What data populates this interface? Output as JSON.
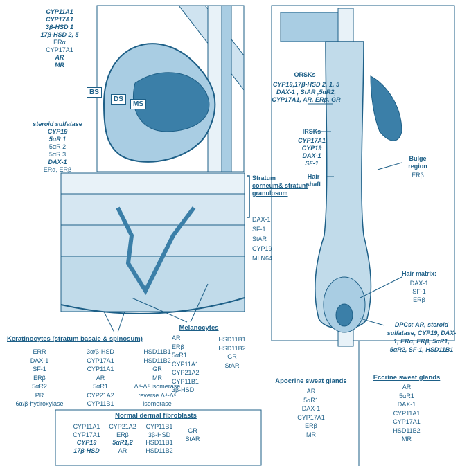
{
  "sebaceous": {
    "top_list": [
      "CYP11A1",
      "CYP17A1",
      "3β-HSD 1",
      "17β-HSD 2, 5",
      "ERα",
      "CYP17A1",
      "AR",
      "MR"
    ],
    "top_list_italic": [
      true,
      true,
      true,
      true,
      false,
      false,
      true,
      true
    ],
    "side_list": [
      "steroid sulfatase",
      "CYP19",
      "5αR 1",
      "5αR 2",
      "5αR 3",
      "DAX-1",
      "ERα, ERβ"
    ],
    "side_list_italic": [
      true,
      true,
      true,
      false,
      false,
      true,
      false
    ],
    "bs": "BS",
    "ds": "DS",
    "ms": "MS"
  },
  "epidermis": {
    "header": "Stratum corneum& stratum granulosum",
    "items": [
      "DAX-1",
      "SF-1",
      "StAR",
      "CYP19",
      "MLN64"
    ]
  },
  "hair": {
    "orsks_title": "ORSKs",
    "orsks_text": "CYP19,17β-HSD 2, 1, 5 DAX-1 , StAR ,5αR2, CYP17A1, AR, ERβ, GR",
    "irsks_title": "IRSKs",
    "irsks_items": [
      "CYP17A1",
      "CYP19",
      "DAX-1",
      "SF-1"
    ],
    "shaft_label": "Hair shaft",
    "bulge_title": "Bulge region",
    "bulge_item": "ERβ",
    "matrix_title": "Hair matrix:",
    "matrix_items": [
      "DAX-1",
      "SF-1",
      "ERβ"
    ],
    "dpcs_text": "DPCs: AR, steroid sulfatase, CYP19, DAX-1, ERα, ERβ, 5αR1, 5αR2, SF-1, HSD11B1"
  },
  "keratinocytes": {
    "title": "Keratinocytes (stratum basale & spinosum)",
    "col1": [
      "ERR",
      "DAX-1",
      "SF-1",
      "ERβ",
      "5αR2",
      "PR",
      "6α/β-hydroxylase"
    ],
    "col2": [
      "3α/β-HSD",
      "CYP17A1",
      "CYP11A1",
      "AR",
      "5αR1",
      "CYP21A2",
      "CYP11B1"
    ],
    "col3": [
      "HSD11B1",
      "HSD11B2",
      "GR",
      "MR",
      "Δ⁴-Δ⁵ isomerase",
      "reverse Δ⁴-Δ⁵",
      "isomerase"
    ]
  },
  "melanocytes": {
    "title": "Melanocytes",
    "col1": [
      "AR",
      "ERβ",
      "5αR1",
      "CYP11A1",
      "CYP21A2",
      "CYP11B1",
      "3β-HSD"
    ],
    "col2": [
      "HSD11B1",
      "HSD11B2",
      "GR",
      "StAR"
    ]
  },
  "apocrine": {
    "title": "Apocrine sweat glands",
    "items": [
      "AR",
      "5αR1",
      "DAX-1",
      "CYP17A1",
      "ERβ",
      "MR"
    ]
  },
  "eccrine": {
    "title": "Eccrine sweat glands",
    "items": [
      "AR",
      "5αR1",
      "DAX-1",
      "CYP11A1",
      "CYP17A1",
      "HSD11B2",
      "MR"
    ]
  },
  "fibroblasts": {
    "title": "Normal dermal fibroblasts",
    "col1": [
      "CYP11A1",
      "CYP17A1",
      "CYP19",
      "17β-HSD"
    ],
    "col2": [
      "CYP21A2",
      "ERβ",
      "5αR1,2",
      "AR"
    ],
    "col3": [
      "CYP11B1",
      "3β-HSD",
      "HSD11B1",
      "HSD11B2"
    ],
    "col4": [
      "GR",
      "StAR"
    ]
  },
  "colors": {
    "ink": "#1d5f87",
    "cell": "#cfe3f0",
    "dark": "#3b7fa8",
    "light": "#e8f2f8"
  }
}
